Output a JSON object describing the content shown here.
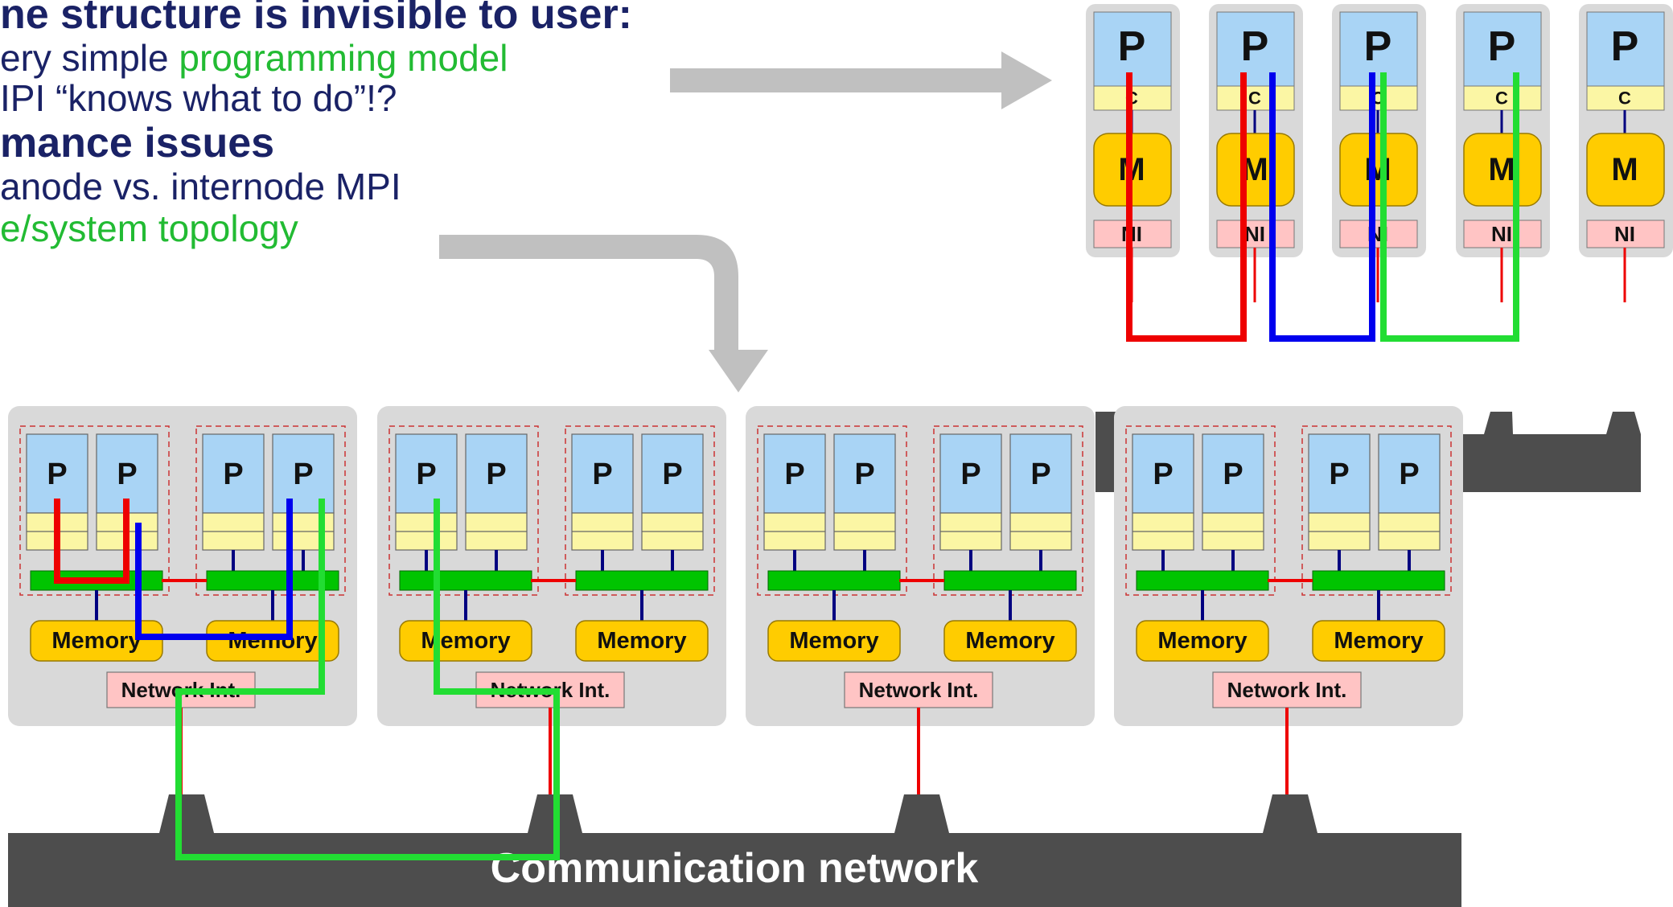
{
  "text": {
    "line1": "ne structure is invisible to user:",
    "line2_prefix": "ery simple ",
    "line2_highlight": "programming model",
    "line3": "IPI “knows what to do”!?",
    "line4": "mance issues",
    "line5": "anode vs. internode MPI",
    "line6": "e/system topology"
  },
  "colors": {
    "heading": "#1a2266",
    "highlight": "#22bb33",
    "processor": "#a9d4f5",
    "cache": "#fbf6a4",
    "memory": "#ffcc00",
    "bus": "#00c400",
    "network_interface": "#ffc4c4",
    "network": "#4d4d4d",
    "node_background": "#d9d9d9",
    "path_red": "#ee0000",
    "path_blue": "#0000ee",
    "path_green": "#22dd33",
    "arrow": "#c0c0c0"
  },
  "flat_model": {
    "processor_label": "P",
    "cache_label": "C",
    "memory_label": "M",
    "ni_label": "NI",
    "network_label": "Communication network"
  },
  "cluster": {
    "processor_label": "P",
    "memory_label": "Memory",
    "ni_label": "Network Int.",
    "network_label": "Communication network"
  }
}
